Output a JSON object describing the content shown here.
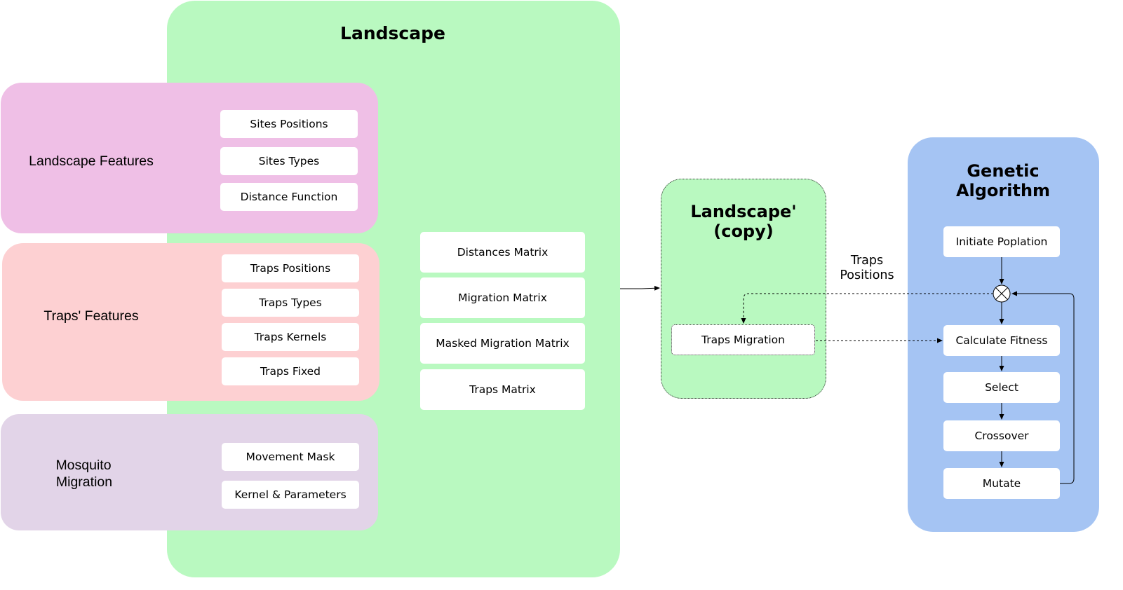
{
  "landscape": {
    "title": "Landscape",
    "matrices": [
      "Distances Matrix",
      "Migration Matrix",
      "Masked Migration Matrix",
      "Traps Matrix"
    ]
  },
  "landscape_features": {
    "label": "Landscape Features",
    "items": [
      "Sites Positions",
      "Sites Types",
      "Distance Function"
    ]
  },
  "traps_features": {
    "label": "Traps' Features",
    "items": [
      "Traps Positions",
      "Traps Types",
      "Traps Kernels",
      "Traps Fixed"
    ]
  },
  "mosquito_migration": {
    "label_line1": "Mosquito",
    "label_line2": "Migration",
    "items": [
      "Movement Mask",
      "Kernel & Parameters"
    ]
  },
  "landscape_copy": {
    "title_line1": "Landscape'",
    "title_line2": "(copy)",
    "item": "Traps Migration"
  },
  "traps_positions_label": {
    "line1": "Traps",
    "line2": "Positions"
  },
  "genetic_algorithm": {
    "title_line1": "Genetic",
    "title_line2": "Algorithm",
    "steps": [
      "Initiate Poplation",
      "Calculate Fitness",
      "Select",
      "Crossover",
      "Mutate"
    ]
  },
  "colors": {
    "landscape_green": "#b9f9c0",
    "landscape_features_pink": "#efbfe6",
    "traps_features_red": "#fdd0d2",
    "mosquito_lavender": "#e2d4e8",
    "genetic_blue": "#a5c4f3"
  }
}
